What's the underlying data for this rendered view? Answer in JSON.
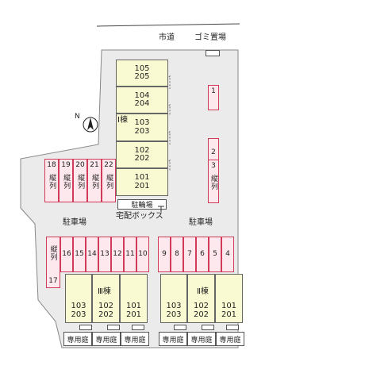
{
  "labels": {
    "road": "市道",
    "garbage": "ゴミ置場",
    "north": "N",
    "bike_parking": "駐輪場",
    "delivery_box": "宅配ボックス",
    "parking_left": "駐車場",
    "parking_right": "駐車場",
    "bldg1": "Ⅰ棟",
    "bldg2": "Ⅱ棟",
    "bldg3": "Ⅲ棟",
    "garden": "専用庭",
    "vertical": "縦列"
  },
  "building1_units": [
    {
      "top": "105",
      "bottom": "205"
    },
    {
      "top": "104",
      "bottom": "204"
    },
    {
      "top": "103",
      "bottom": "203"
    },
    {
      "top": "102",
      "bottom": "202"
    },
    {
      "top": "101",
      "bottom": "201"
    }
  ],
  "building3_units": [
    {
      "top": "103",
      "bottom": "203"
    },
    {
      "top": "102",
      "bottom": "202"
    },
    {
      "top": "101",
      "bottom": "201"
    }
  ],
  "building2_units": [
    {
      "top": "103",
      "bottom": "203"
    },
    {
      "top": "102",
      "bottom": "202"
    },
    {
      "top": "101",
      "bottom": "201"
    }
  ],
  "parking": {
    "right_column": [
      "1",
      "2",
      "3"
    ],
    "left_vertical": [
      "18",
      "19",
      "20",
      "21",
      "22"
    ],
    "left_row": [
      "17",
      "16",
      "15",
      "14",
      "13",
      "12",
      "11",
      "10"
    ],
    "right_row": [
      "9",
      "8",
      "7",
      "6",
      "5",
      "4"
    ]
  },
  "colors": {
    "site": "#ebebeb",
    "parking_fill": "#fde8ee",
    "parking_border": "#d23a5a",
    "unit_fill": "#fafad2"
  }
}
